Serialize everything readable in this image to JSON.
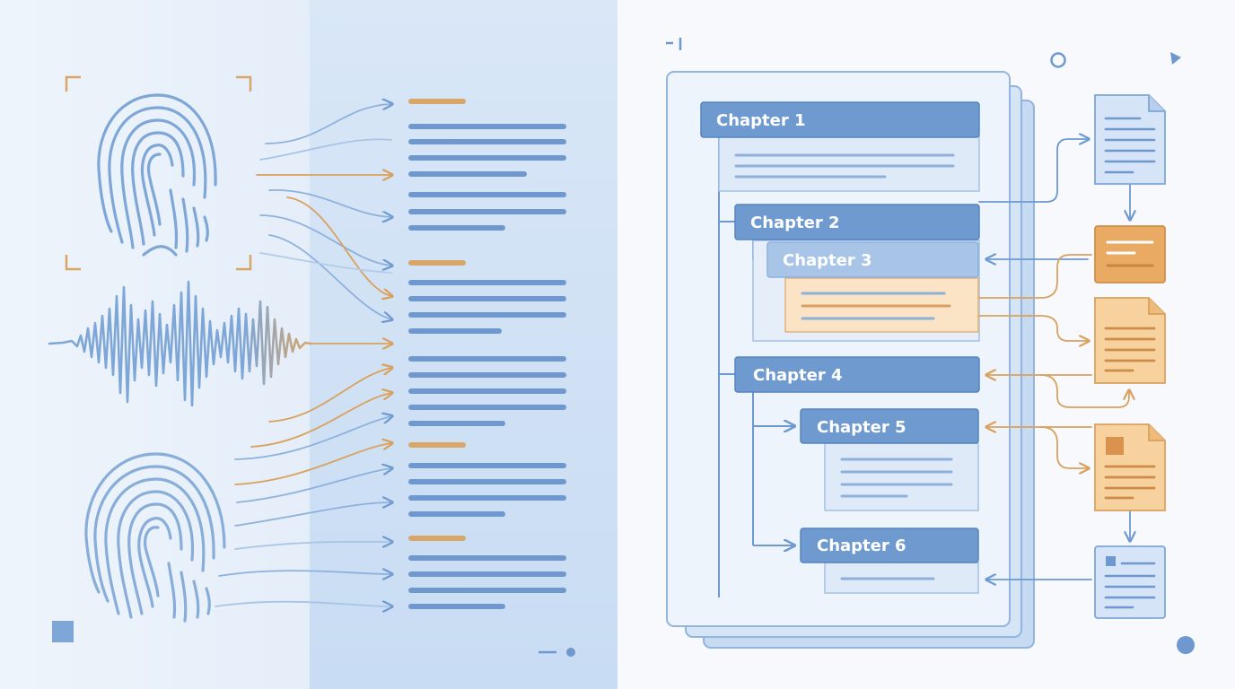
{
  "chapters": [
    {
      "id": "chapter-1",
      "label": "Chapter 1"
    },
    {
      "id": "chapter-2",
      "label": "Chapter 2"
    },
    {
      "id": "chapter-3",
      "label": "Chapter 3"
    },
    {
      "id": "chapter-4",
      "label": "Chapter 4"
    },
    {
      "id": "chapter-5",
      "label": "Chapter 5"
    },
    {
      "id": "chapter-6",
      "label": "Chapter 6"
    }
  ],
  "colors": {
    "blue": "#6f9ad0",
    "blue_dark": "#5583bd",
    "blue_light": "#cfe0f4",
    "orange": "#e0a35f",
    "orange_light": "#f8dcb4",
    "left_panel_bg": "#e6f0fb",
    "right_panel_bg": "#f7f9fc"
  },
  "icons": [
    "fingerprint-icon",
    "waveform-icon",
    "fingerprint-icon",
    "document-icon"
  ]
}
